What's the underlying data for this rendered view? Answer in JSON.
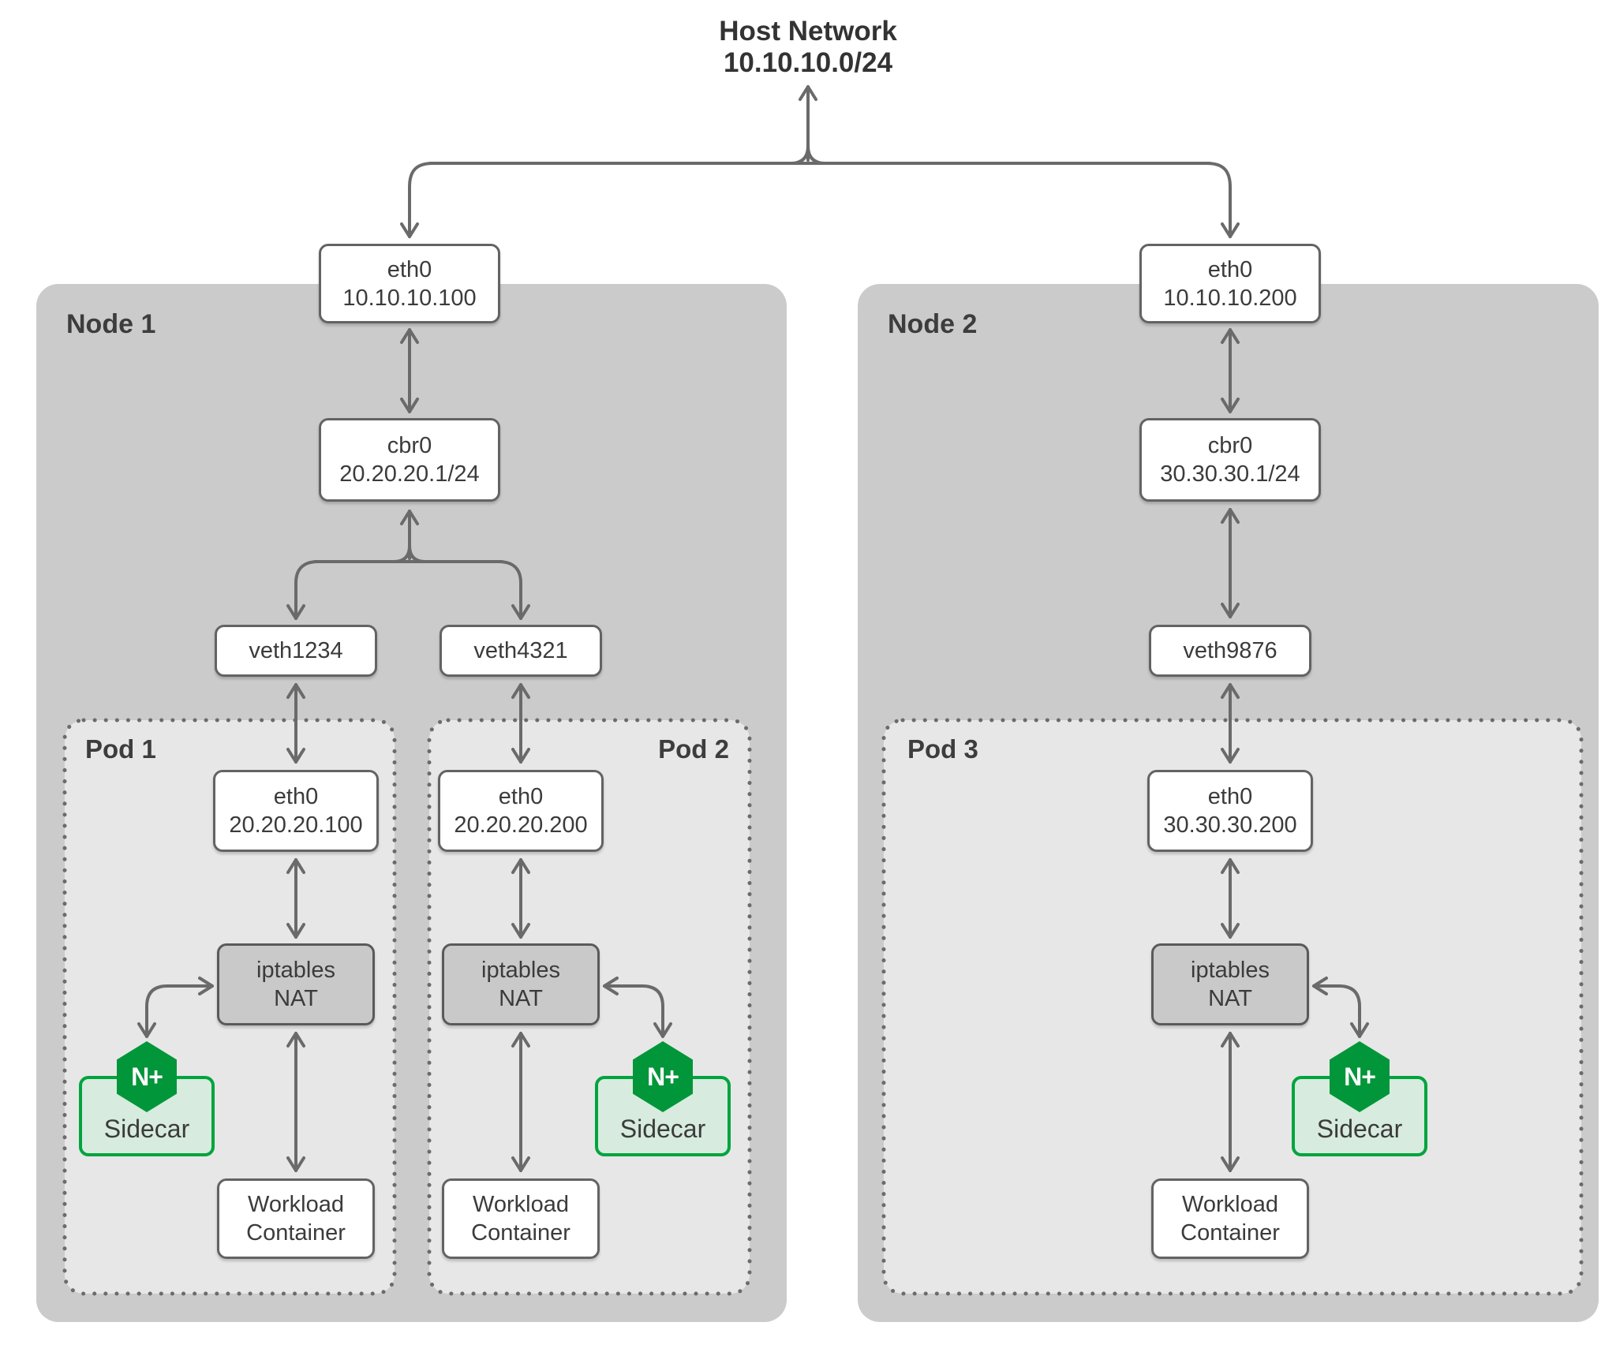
{
  "diagram_title": {
    "line1": "Host Network",
    "line2": "10.10.10.0/24"
  },
  "nodes": {
    "node1": {
      "label": "Node 1",
      "eth0": {
        "name": "eth0",
        "ip": "10.10.10.100"
      },
      "bridge": {
        "name": "cbr0",
        "cidr": "20.20.20.1/24"
      },
      "veth_left": "veth1234",
      "veth_right": "veth4321",
      "pod1": {
        "label": "Pod 1",
        "eth0": {
          "name": "eth0",
          "ip": "20.20.20.100"
        },
        "nat": {
          "line1": "iptables",
          "line2": "NAT"
        },
        "sidecar": {
          "logo": "N+",
          "label": "Sidecar"
        },
        "workload": {
          "line1": "Workload",
          "line2": "Container"
        }
      },
      "pod2": {
        "label": "Pod 2",
        "eth0": {
          "name": "eth0",
          "ip": "20.20.20.200"
        },
        "nat": {
          "line1": "iptables",
          "line2": "NAT"
        },
        "sidecar": {
          "logo": "N+",
          "label": "Sidecar"
        },
        "workload": {
          "line1": "Workload",
          "line2": "Container"
        }
      }
    },
    "node2": {
      "label": "Node 2",
      "eth0": {
        "name": "eth0",
        "ip": "10.10.10.200"
      },
      "bridge": {
        "name": "cbr0",
        "cidr": "30.30.30.1/24"
      },
      "veth": "veth9876",
      "pod3": {
        "label": "Pod 3",
        "eth0": {
          "name": "eth0",
          "ip": "30.30.30.200"
        },
        "nat": {
          "line1": "iptables",
          "line2": "NAT"
        },
        "sidecar": {
          "logo": "N+",
          "label": "Sidecar"
        },
        "workload": {
          "line1": "Workload",
          "line2": "Container"
        }
      }
    }
  },
  "colors": {
    "node_fill": "#cbcbcb",
    "pod_fill": "#e7e7e7",
    "box_border": "#636363",
    "nat_fill": "#c9c9c9",
    "arrow": "#6a6a6a",
    "text": "#3b3b3b",
    "nginx_green": "#009639",
    "sidecar_fill": "#d7ebde",
    "sidecar_border": "#00a43e"
  }
}
